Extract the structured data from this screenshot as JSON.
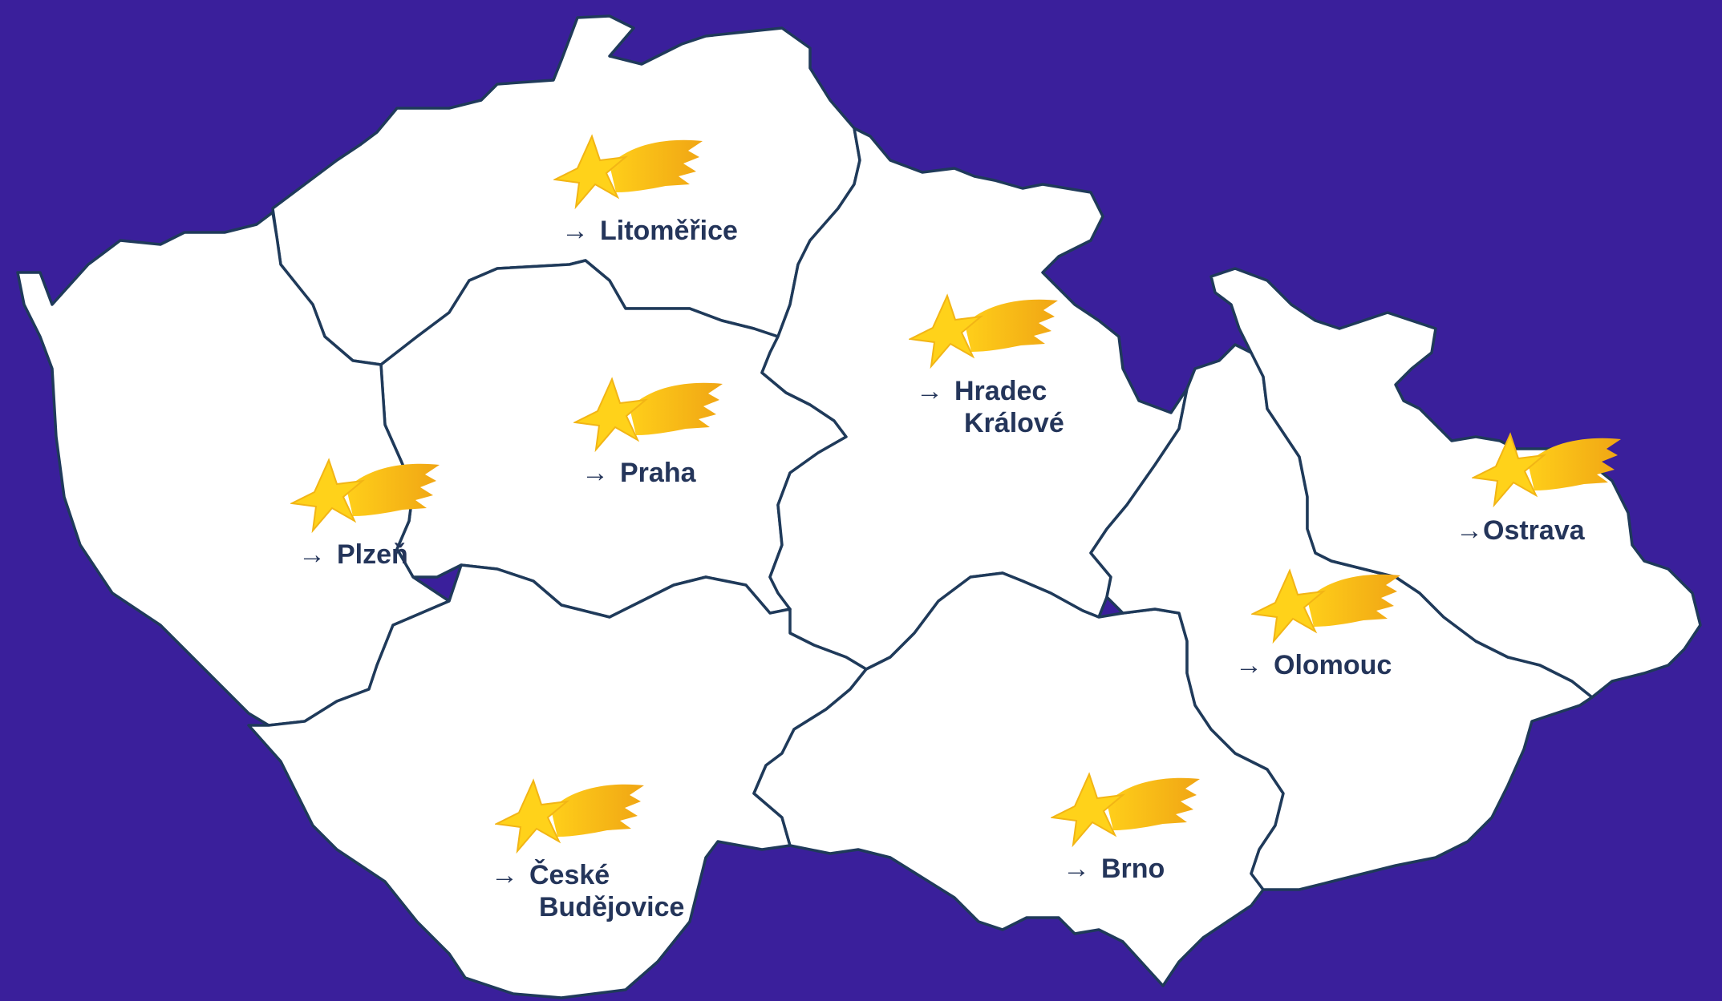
{
  "colors": {
    "background": "#3a1f9b",
    "land": "#ffffff",
    "border": "#1f3a5a",
    "label": "#24355a",
    "star_core": "#ffd21a",
    "star_tail": "#f4a814"
  },
  "arrow_glyph": "→",
  "icon": "shooting-star-icon",
  "cities": [
    {
      "id": "litomerice",
      "lines": [
        "Litoměřice"
      ]
    },
    {
      "id": "praha",
      "lines": [
        "Praha"
      ]
    },
    {
      "id": "plzen",
      "lines": [
        "Plzeň"
      ]
    },
    {
      "id": "hradec-kralove",
      "lines": [
        "Hradec",
        "Králové"
      ]
    },
    {
      "id": "ceske-budejovice",
      "lines": [
        "České",
        "Budějovice"
      ]
    },
    {
      "id": "brno",
      "lines": [
        "Brno"
      ]
    },
    {
      "id": "olomouc",
      "lines": [
        "Olomouc"
      ]
    },
    {
      "id": "ostrava",
      "lines": [
        "Ostrava"
      ]
    }
  ]
}
